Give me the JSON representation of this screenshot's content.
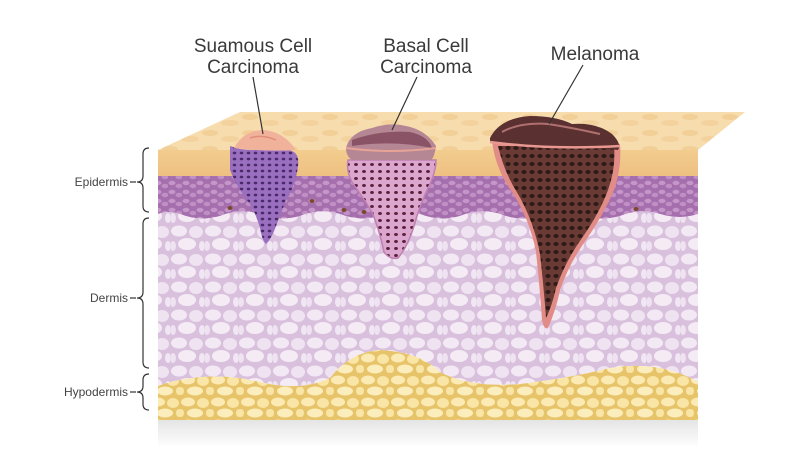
{
  "lesions": {
    "squamous": {
      "line1": "Suamous Cell",
      "line2": "Carcinoma"
    },
    "basal": {
      "line1": "Basal Cell",
      "line2": "Carcinoma"
    },
    "melanoma": {
      "line1": "Melanoma"
    }
  },
  "layers": {
    "epidermis": "Epidermis",
    "dermis": "Dermis",
    "hypodermis": "Hypodermis"
  },
  "colors": {
    "skin_surface": "#f5d9a8",
    "epidermis": "#b57bb8",
    "dermis": "#e6d4ea",
    "hypodermis": "#f6dc8e",
    "squamous_cells": "#7b4fa0",
    "basal_cells": "#d0a0c8",
    "melanoma": "#4a2a28",
    "lesion_edge": "#e39a8e"
  }
}
